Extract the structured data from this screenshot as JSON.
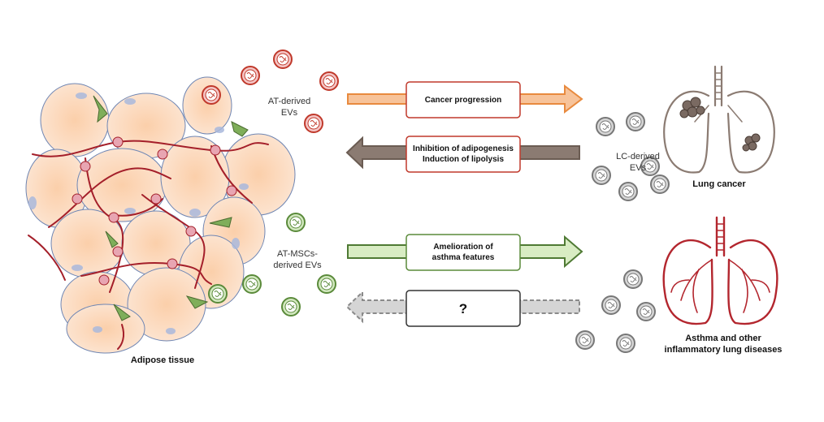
{
  "labels": {
    "at_derived_evs": [
      "AT-derived",
      "EVs"
    ],
    "at_mscs_derived_evs": [
      "AT-MSCs-",
      "derived EVs"
    ],
    "lc_derived_evs": [
      "LC-derived",
      "EVs"
    ],
    "adipose_tissue": "Adipose tissue",
    "lung_cancer": "Lung cancer",
    "asthma": [
      "Asthma and other",
      "inflammatory lung diseases"
    ]
  },
  "boxes": {
    "cancer_progression": "Cancer progression",
    "adipogenesis": [
      "Inhibition of adipogenesis",
      "Induction of lipolysis"
    ],
    "asthma_amelioration": [
      "Amelioration of",
      "asthma features"
    ],
    "unknown": "?"
  },
  "colors": {
    "orange": "#f4a46b",
    "brown": "#8b7b72",
    "green": "#5a8a3a",
    "red": "#c0392b",
    "grey": "#999999",
    "adipocyte_fill": "#fbd6b8",
    "nucleus": "#a9b8dc"
  }
}
